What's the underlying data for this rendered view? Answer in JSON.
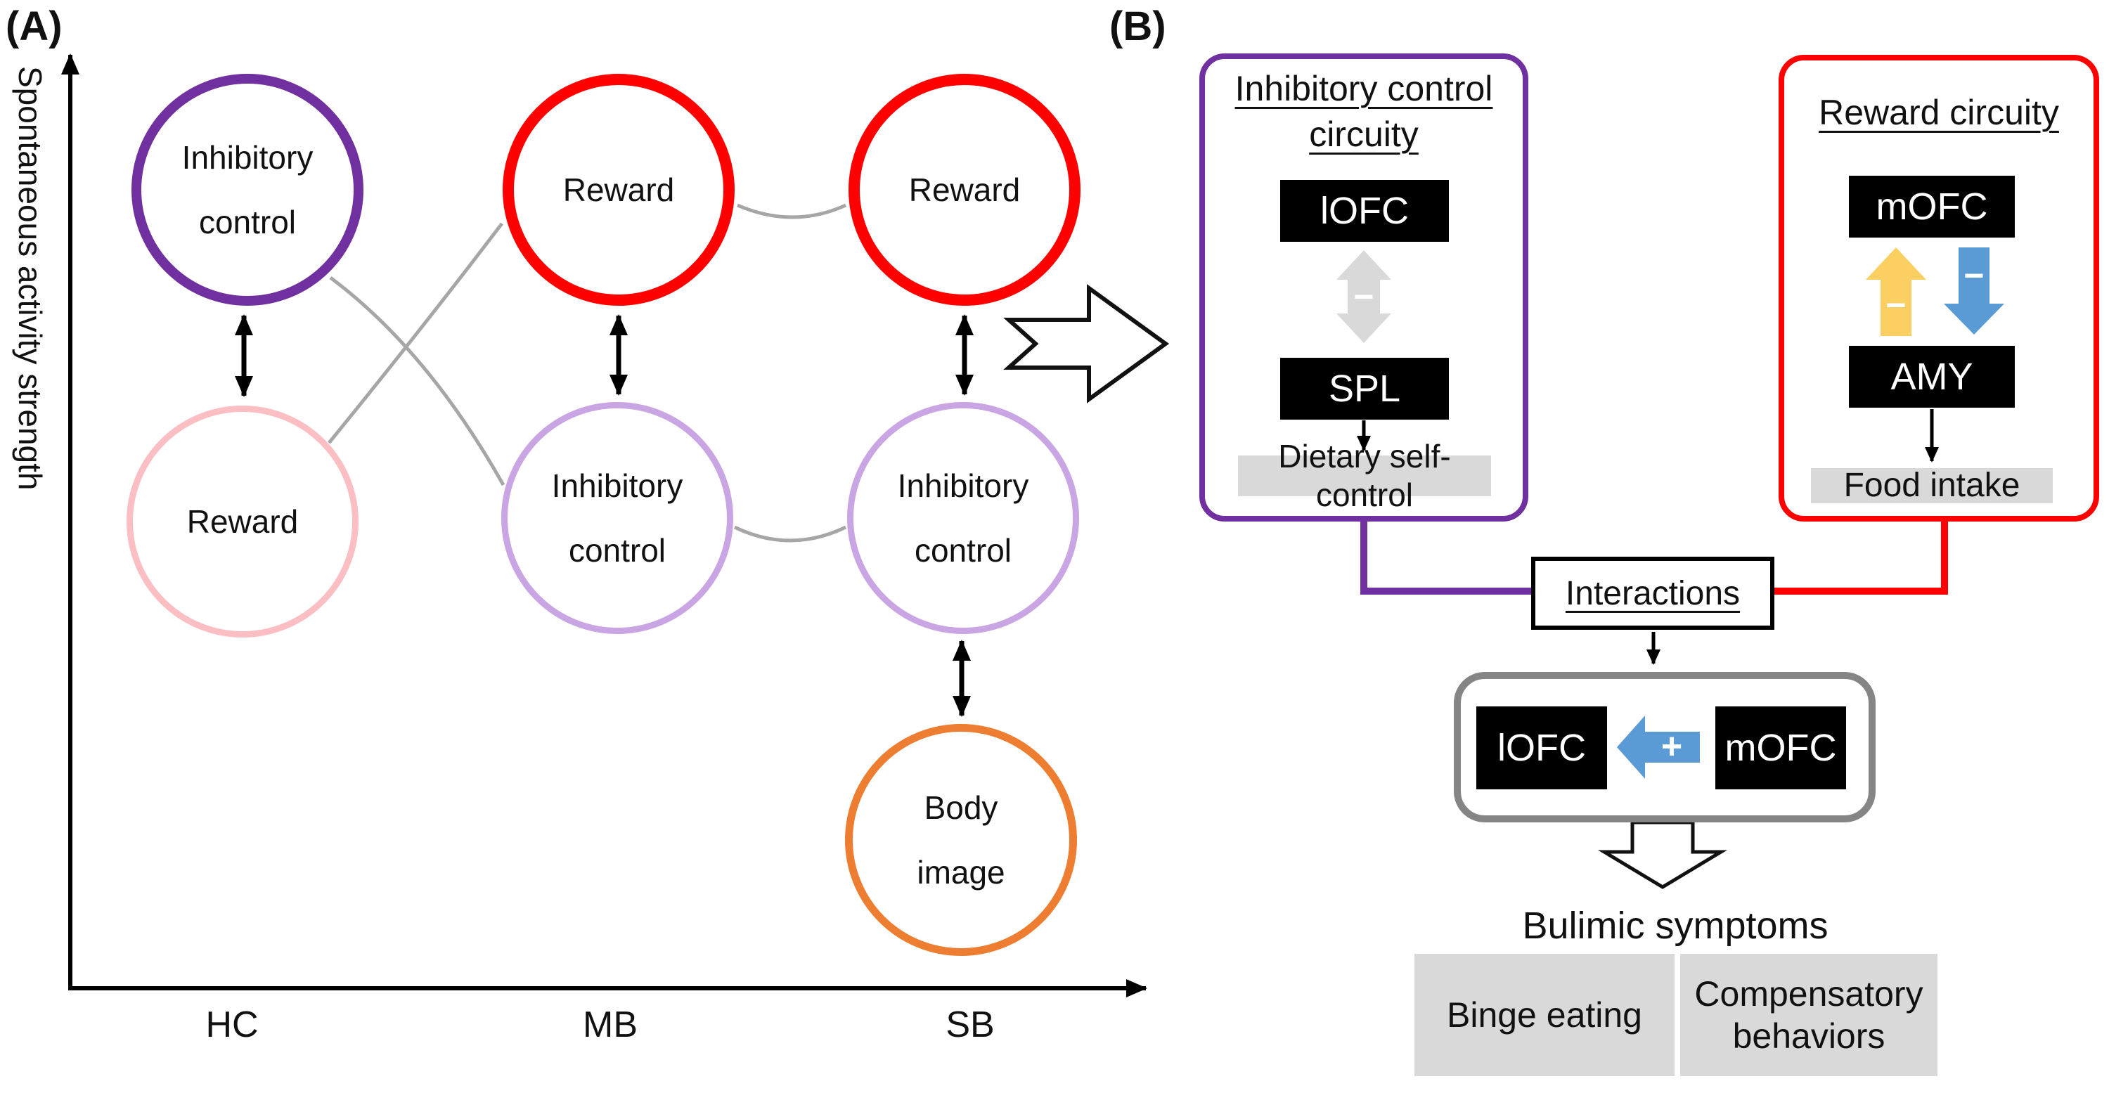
{
  "panel_a": {
    "label": "(A)",
    "y_axis_label": "Spontaneous activity strength",
    "x_axis_labels": [
      "HC",
      "MB",
      "SB"
    ],
    "nodes": [
      {
        "group": "HC",
        "lines": [
          "Inhibitory",
          "control"
        ]
      },
      {
        "group": "HC",
        "lines": [
          "Reward"
        ]
      },
      {
        "group": "MB",
        "lines": [
          "Reward"
        ]
      },
      {
        "group": "MB",
        "lines": [
          "Inhibitory",
          "control"
        ]
      },
      {
        "group": "SB",
        "lines": [
          "Reward"
        ]
      },
      {
        "group": "SB",
        "lines": [
          "Inhibitory",
          "control"
        ]
      },
      {
        "group": "SB",
        "lines": [
          "Body",
          "image"
        ]
      }
    ]
  },
  "panel_b": {
    "label": "(B)",
    "inhibitory_circuit": {
      "title_lines": [
        "Inhibitory control",
        "circuity"
      ],
      "region_top": "lOFC",
      "region_bottom": "SPL",
      "link_sign": "−",
      "outcome": "Dietary self-control"
    },
    "reward_circuit": {
      "title": "Reward circuity",
      "region_top": "mOFC",
      "region_bottom": "AMY",
      "up_arrow_sign": "−",
      "down_arrow_sign": "−",
      "outcome": "Food intake"
    },
    "interactions_label": "Interactions",
    "interaction_detail": {
      "left_region": "lOFC",
      "right_region": "mOFC",
      "arrow_sign": "+"
    },
    "symptoms": {
      "title": "Bulimic symptoms",
      "box1_lines": [
        "Binge eating"
      ],
      "box2_lines": [
        "Compensatory",
        "behaviors"
      ]
    }
  },
  "colors": {
    "purple": "#7030A0",
    "red": "#FF0000",
    "pink": "#FBBEC3",
    "light_purple": "#C9A5E4",
    "orange": "#ED7D31",
    "yellow": "#FBCF61",
    "blue": "#5B9BD5",
    "gray_fill": "#D9D9D9",
    "gray_box_border": "#858585",
    "gray_connection": "#A6A6A6"
  }
}
